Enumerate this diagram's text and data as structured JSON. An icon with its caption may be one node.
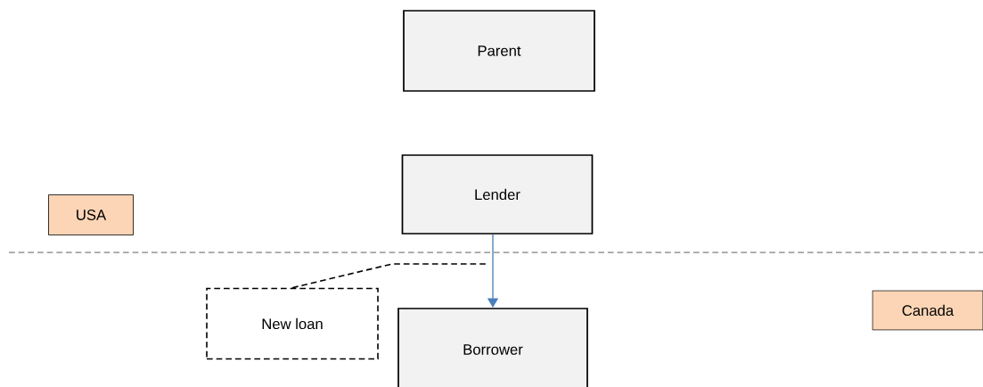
{
  "diagram": {
    "nodes": [
      {
        "text": [
          "Parent"
        ]
      },
      {
        "text": [
          "Lender"
        ]
      },
      {
        "text": [
          "USA"
        ]
      },
      {
        "text": [
          "New loan"
        ]
      },
      {
        "text": [
          "Canada"
        ]
      },
      {
        "text": [
          "Borrower"
        ]
      }
    ],
    "edges": [
      {
        "from": 1,
        "to": 5,
        "arrow": "to",
        "color": "#4a7ebb"
      },
      {
        "from": 3,
        "to": null,
        "arrow": "none",
        "style": "dashed",
        "color": "#000000"
      }
    ]
  }
}
